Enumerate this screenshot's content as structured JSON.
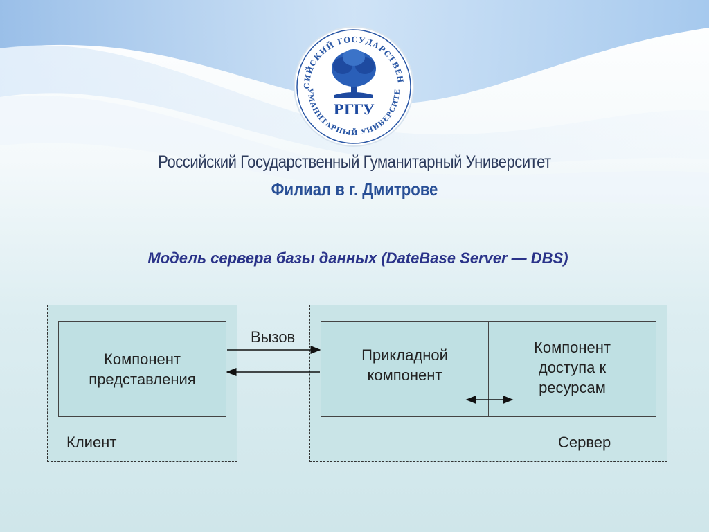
{
  "header": {
    "seal_text_top": "РОССИЙСКИЙ ГОСУДАРСТВЕННЫЙ",
    "seal_text_bottom": "ГУМАНИТАРНЫЙ УНИВЕРСИТЕТ",
    "seal_monogram": "РГГУ",
    "university_name": "Российский Государственный Гуманитарный Университет",
    "branch_name": "Филиал в г. Дмитрове"
  },
  "slide": {
    "title": "Модель сервера базы данных (DateBase Server — DBS)"
  },
  "diagram": {
    "client": {
      "group_label": "Клиент",
      "component_label": "Компонент представления"
    },
    "server": {
      "group_label": "Сервер",
      "app_component_label": "Прикладной компонент",
      "access_component_label": "Компонент доступа к ресурсам"
    },
    "call_label": "Вызов"
  },
  "colors": {
    "accent_blue": "#284f96",
    "title_blue": "#2a3389",
    "box_fill": "#bfe0e3",
    "group_fill": "#c9e4e7"
  },
  "icons": {
    "seal": "university-seal-tree-icon"
  }
}
